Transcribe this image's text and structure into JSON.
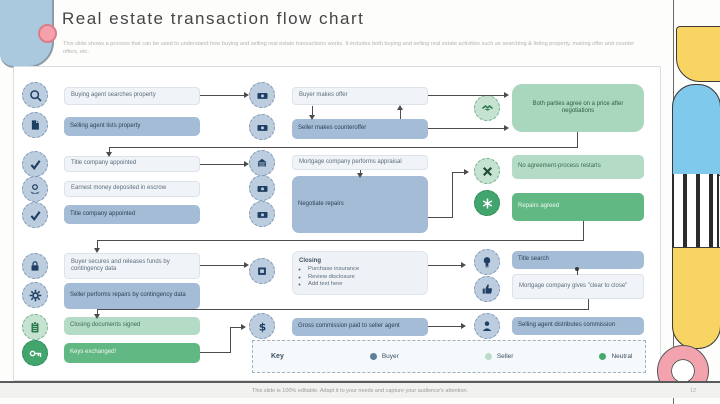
{
  "slide": {
    "title": "Real estate  transaction  flow chart",
    "subtitle": "This slide shows a process that can be used to understand how buying and selling real estate transactions works. It includes both buying and selling real estate activities such as searching & listing property, making offer and counter offers, etc.",
    "footer": "This slide is 100% editable. Adapt it to your needs and capture your audience's attention.",
    "page_number": "12"
  },
  "flow": {
    "section1": {
      "buying_agent": "Buying agent  searches property",
      "selling_agent": "Selling agent lists property",
      "buyer_offer": "Buyer  makes offer",
      "seller_counter": "Seller makes counteroffer",
      "agree_price": "Both parties agree on a price after negotiations"
    },
    "section2": {
      "title_company_1": "Title company appointed",
      "earnest_money": "Earnest money deposited in escrow",
      "title_company_2": "Title company appointed",
      "appraisal": "Mortgage company performs appraisal",
      "negotiate": "Negotiate repairs",
      "no_agreement": "No agreement-process restarts",
      "repairs_agreed": "Repairs agreed"
    },
    "section3": {
      "buyer_funds": "Buyer secures and releases funds by contingency data",
      "seller_repairs": "Seller performs repairs by contingency data",
      "closing_title": "Closing",
      "closing_items": [
        "Purchase insurance",
        "Review disclosure",
        "Add text here"
      ],
      "title_search": "Title search",
      "clear_to_close": "Mortgage company gives \"clear to close\""
    },
    "section4": {
      "docs_signed": "Closing documents signed",
      "keys": "Keys exchanged!",
      "commission": "Gross commission paid to seller agent",
      "distribute": "Selling agent distributes commission"
    },
    "legend": {
      "label": "Key",
      "items": [
        {
          "name": "Buyer",
          "color": "#5b7f9d"
        },
        {
          "name": "Seller",
          "color": "#b9dcc8"
        },
        {
          "name": "Neutral",
          "color": "#44a96d"
        }
      ]
    }
  },
  "colors": {
    "box_blue": "#a4bcd6",
    "box_white": "#f0f4f8",
    "box_light_green": "#b4dbc5",
    "box_mid_green": "#a9d7bd",
    "box_dark_green": "#62b883",
    "icon_blue_fill": "#bccddf",
    "icon_green_fill": "#c6e3d2",
    "icon_solid_green": "#42a56e",
    "decor_yellow": "#f8d563",
    "decor_blue": "#7fc9ec",
    "decor_pink": "#f2a3ad",
    "connector": "#4c4c4c"
  }
}
